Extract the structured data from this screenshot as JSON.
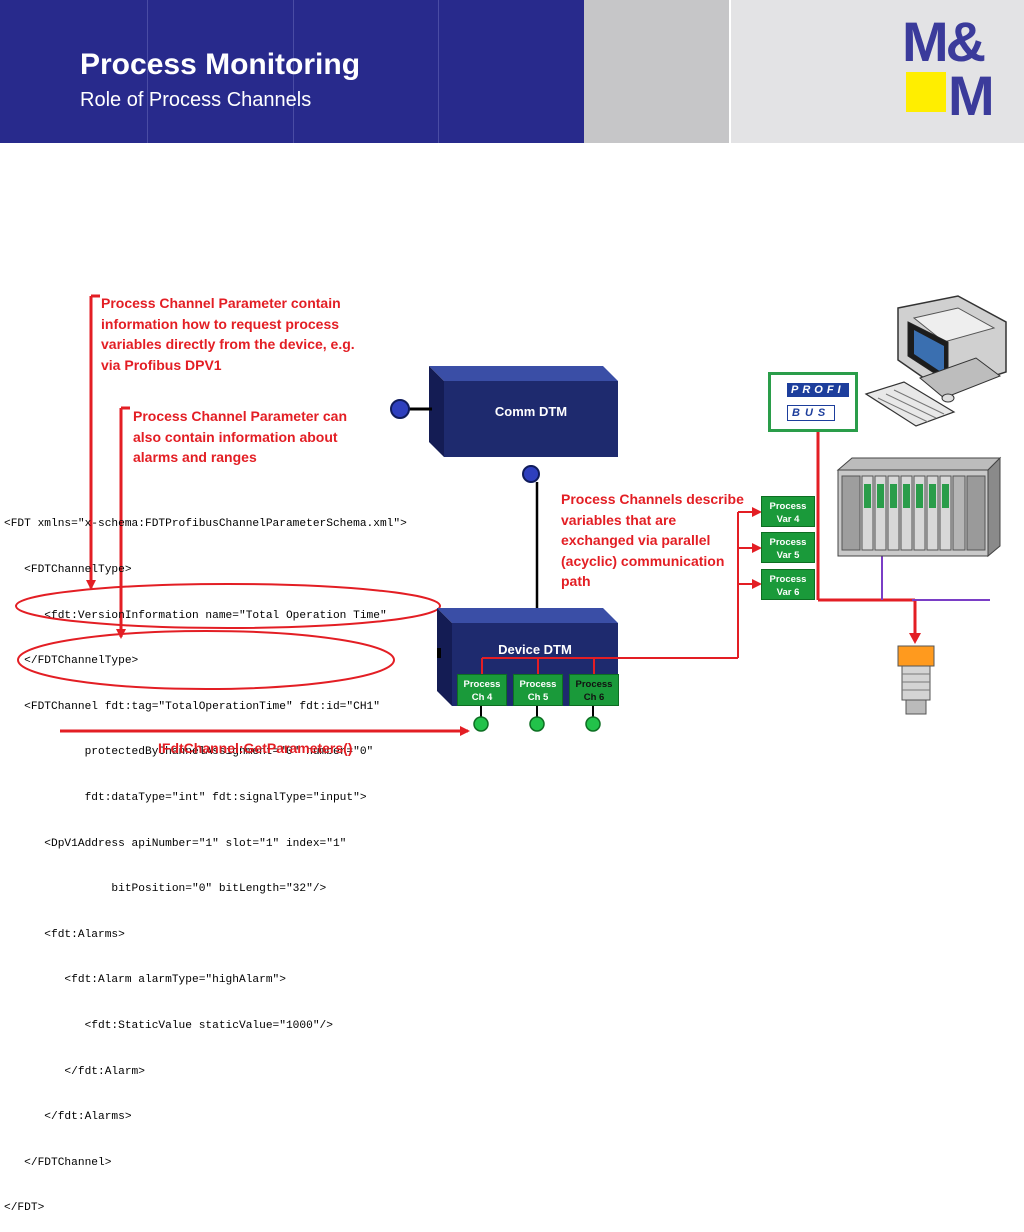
{
  "header": {
    "title": "Process Monitoring",
    "subtitle": "Role of Process Channels",
    "logo_top": "M&",
    "logo_bottom": "M"
  },
  "notes": {
    "note1": [
      "Process Channel Parameter contain",
      "information how to request process",
      "variables directly from the device, e.g.",
      "via Profibus DPV1"
    ],
    "note2": [
      "Process Channel Parameter can",
      "also contain information about",
      "alarms and ranges"
    ],
    "note3": [
      "Process Channels describe",
      "variables that are",
      "exchanged via parallel",
      "(acyclic) communication",
      "path"
    ]
  },
  "xml_lines": [
    "<FDT xmlns=\"x-schema:FDTProfibusChannelParameterSchema.xml\">",
    "   <FDTChannelType>",
    "      <fdt:VersionInformation name=\"Total Operation Time\"",
    "   </FDTChannelType>",
    "   <FDTChannel fdt:tag=\"TotalOperationTime\" fdt:id=\"CH1\"",
    "            protectedByChannelAssignment=\"0\" number=\"0\"",
    "            fdt:dataType=\"int\" fdt:signalType=\"input\">",
    "      <DpV1Address apiNumber=\"1\" slot=\"1\" index=\"1\"",
    "                bitPosition=\"0\" bitLength=\"32\"/>",
    "      <fdt:Alarms>",
    "         <fdt:Alarm alarmType=\"highAlarm\">",
    "            <fdt:StaticValue staticValue=\"1000\"/>",
    "         </fdt:Alarm>",
    "      </fdt:Alarms>",
    "   </FDTChannel>",
    "</FDT>"
  ],
  "comm_dtm": "Comm DTM",
  "device_dtm": "Device DTM",
  "process_channels": [
    {
      "line1": "Process",
      "line2": "Ch 4"
    },
    {
      "line1": "Process",
      "line2": "Ch 5"
    },
    {
      "line1": "Process",
      "line2": "Ch 6"
    }
  ],
  "process_vars": [
    {
      "line1": "Process",
      "line2": "Var 4"
    },
    {
      "line1": "Process",
      "line2": "Var 5"
    },
    {
      "line1": "Process",
      "line2": "Var 6"
    }
  ],
  "profibus_logo": {
    "top": "PROFI",
    "bottom": "BUS"
  },
  "bottom_call": "IFdtChannel:GetParameters()",
  "colors": {
    "header_blue": "#282a8c",
    "accent_red": "#e31e24",
    "dtm_blue": "#1e2a6e",
    "channel_green": "#1a9a3a",
    "logo_yellow": "#ffee00"
  }
}
